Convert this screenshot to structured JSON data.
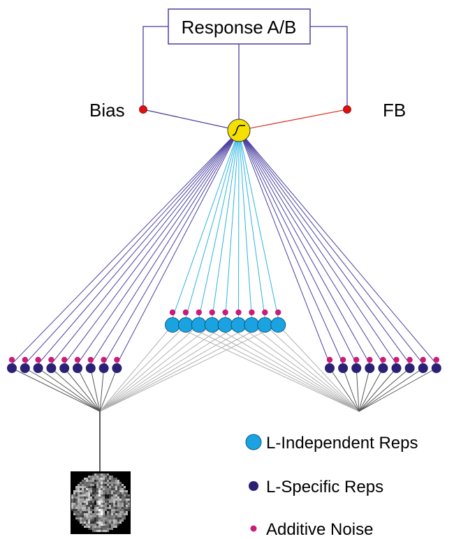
{
  "response_box": {
    "label": "Response A/B"
  },
  "inputs": {
    "bias_label": "Bias",
    "fb_label": "FB"
  },
  "legend": [
    {
      "label": "L-Independent Reps",
      "color": "#1aa3e0"
    },
    {
      "label": "L-Specific Reps",
      "color": "#2a2076"
    },
    {
      "label": "Additive Noise",
      "color": "#cc1a7a"
    }
  ],
  "colors": {
    "decision_unit": "#f5e000",
    "bias_fb_node": "#dd1111",
    "purple_connection": "#4a3fa0",
    "cyan_connection": "#2ab4e0",
    "fb_connection": "#e03a2a",
    "feedforward_connection": "#b0b0b0",
    "stimulus_stem": "#000000"
  },
  "layers": {
    "l_independent_unit_count": 9,
    "l_specific_left_unit_count": 9,
    "l_specific_right_unit_count": 9
  },
  "stimulus": {
    "icon": "noisy-gabor-stimulus-image"
  }
}
